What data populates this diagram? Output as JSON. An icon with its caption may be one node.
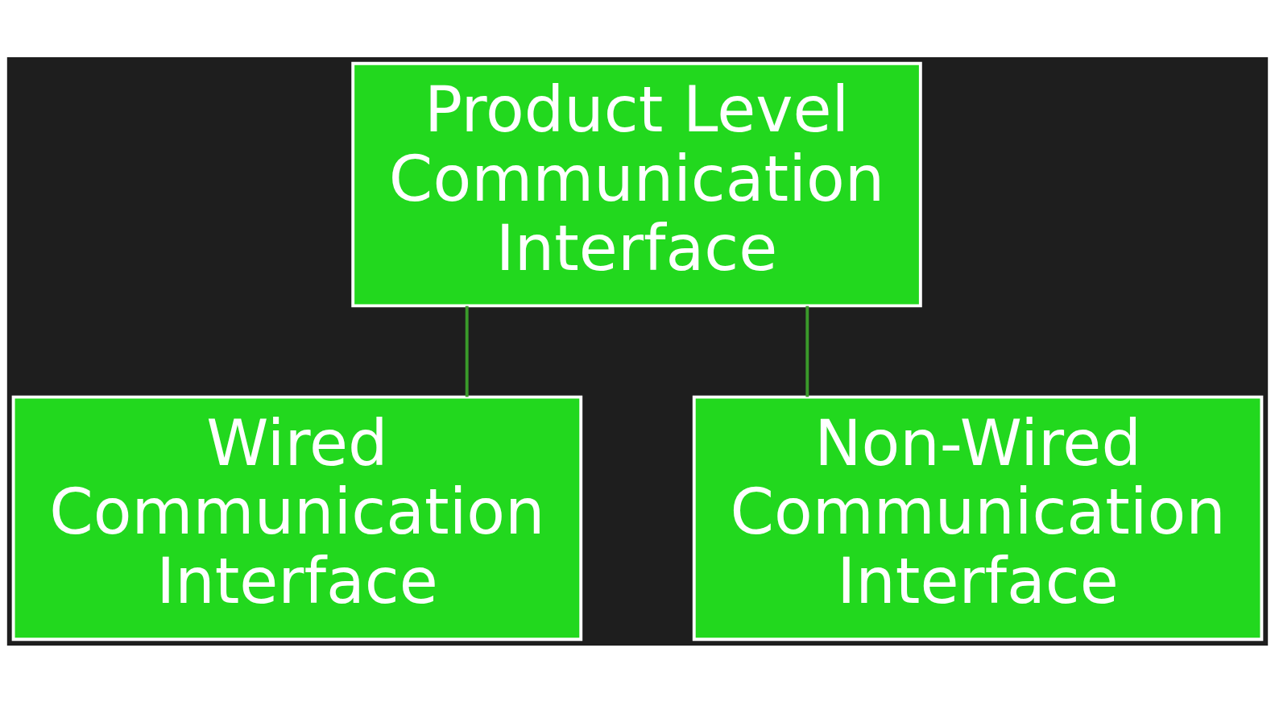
{
  "diagram": {
    "nodes": [
      {
        "text": [
          "Product Level Communication Interface"
        ]
      },
      {
        "text": [
          "Wired Communication Interface"
        ]
      },
      {
        "text": [
          "Non-Wired Communication Interface"
        ]
      }
    ],
    "edges": [
      {
        "from": 0,
        "to": 1,
        "arrow": "none"
      },
      {
        "from": 0,
        "to": 2,
        "arrow": "none"
      }
    ]
  }
}
